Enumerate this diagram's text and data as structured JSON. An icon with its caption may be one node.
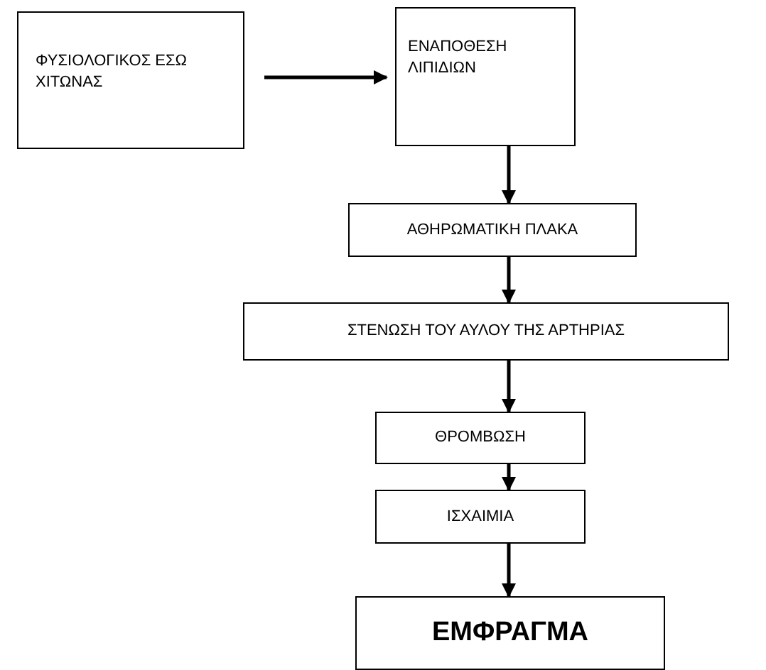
{
  "diagram": {
    "nodes": [
      {
        "text": [
          "ΦΥΣΙΟΛΟΓΙΚΟΣ ΕΣΩ ΧΙΤΩΝΑΣ"
        ]
      },
      {
        "text": [
          "ΕΝΑΠΟΘΕΣΗ ΛΙΠΙΔΙΩΝ"
        ]
      },
      {
        "text": [
          "ΑΘΗΡΩΜΑΤΙΚΗ ΠΛΑΚΑ"
        ]
      },
      {
        "text": [
          "ΣΤΕΝΩΣΗ ΤΟΥ ΑΥΛΟΥ ΤΗΣ ΑΡΤΗΡΙΑΣ"
        ]
      },
      {
        "text": [
          "ΘΡΟΜΒΩΣΗ"
        ]
      },
      {
        "text": [
          "ΙΣΧΑΙΜΙΑ"
        ]
      },
      {
        "text": [
          "ΕΜΦΡΑΓΜΑ"
        ]
      }
    ],
    "edges": [
      {
        "from": 0,
        "to": 1,
        "arrow": "to"
      },
      {
        "from": 1,
        "to": 2,
        "arrow": "to"
      },
      {
        "from": 2,
        "to": 3,
        "arrow": "to"
      },
      {
        "from": 3,
        "to": 4,
        "arrow": "to"
      },
      {
        "from": 4,
        "to": 5,
        "arrow": "to"
      },
      {
        "from": 5,
        "to": 6,
        "arrow": "to"
      }
    ]
  }
}
